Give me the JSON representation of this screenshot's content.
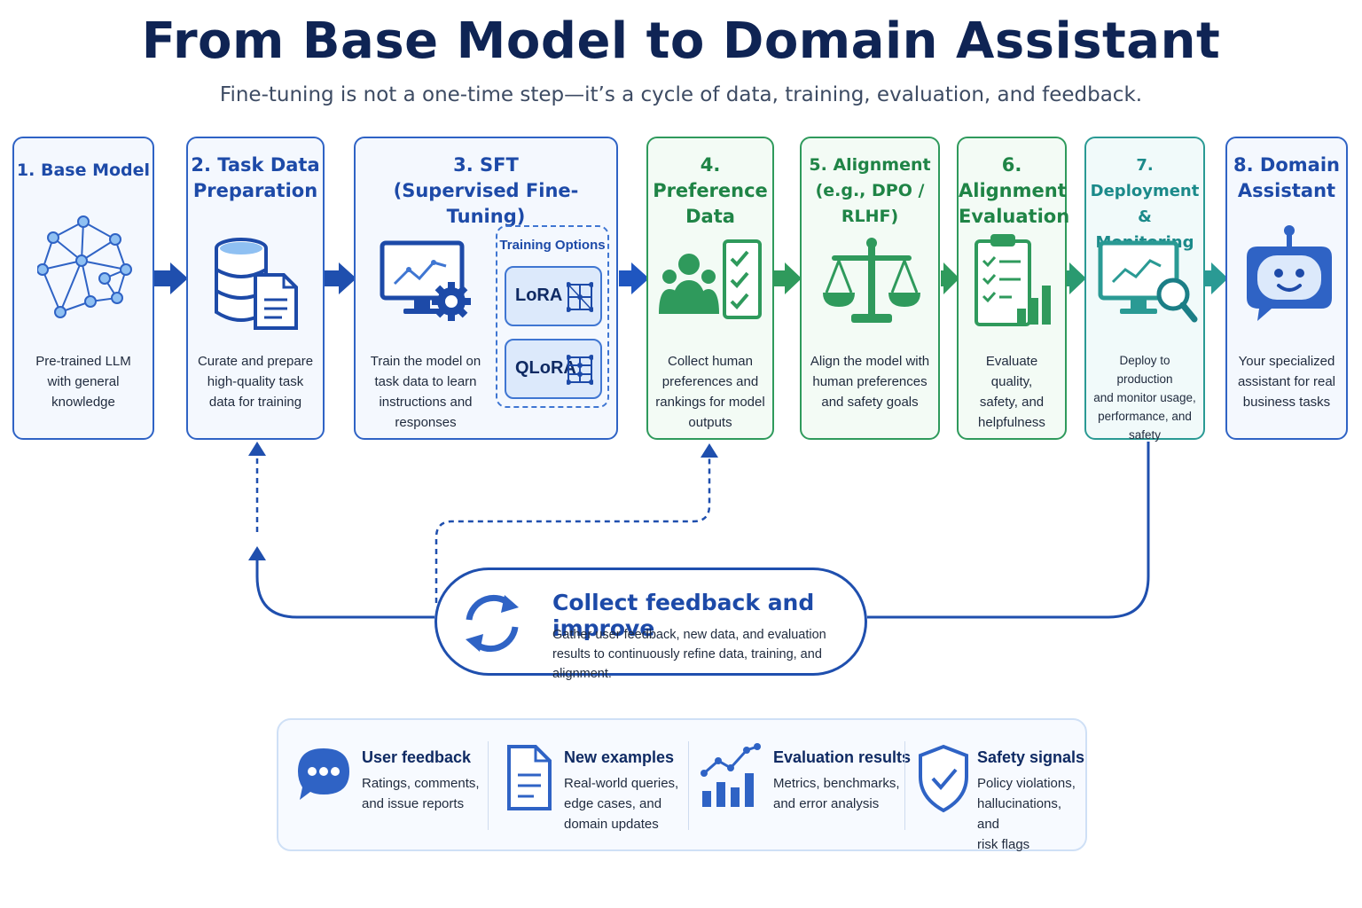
{
  "header": {
    "title": "From Base Model to Domain Assistant",
    "subtitle": "Fine-tuning is not a one-time step—it’s a cycle of data, training, evaluation, and feedback."
  },
  "steps": [
    {
      "title": "1. Base Model",
      "desc": "Pre-trained LLM\nwith general\nknowledge",
      "icon": "neural-network-icon"
    },
    {
      "title": "2. Task Data\nPreparation",
      "desc": "Curate and prepare\nhigh-quality task\ndata for training",
      "icon": "database-document-icon"
    },
    {
      "title": "3. SFT\n(Supervised Fine-Tuning)",
      "desc": "Train the model on\ntask data to learn\ninstructions and\nresponses",
      "icon": "monitor-gear-icon",
      "options": {
        "title": "Training Options",
        "items": [
          "LoRA",
          "QLoRA"
        ]
      }
    },
    {
      "title": "4. Preference\nData",
      "desc": "Collect human\npreferences and\nrankings for model\noutputs",
      "icon": "people-checklist-icon"
    },
    {
      "title": "5. Alignment\n(e.g., DPO / RLHF)",
      "desc": "Align the model with\nhuman preferences\nand safety goals",
      "icon": "balance-scale-icon"
    },
    {
      "title": "6. Alignment\nEvaluation",
      "desc": "Evaluate quality,\nsafety, and\nhelpfulness",
      "icon": "clipboard-chart-icon"
    },
    {
      "title": "7. Deployment &\nMonitoring",
      "desc": "Deploy to production\nand monitor usage,\nperformance, and\nsafety",
      "icon": "monitor-search-icon"
    },
    {
      "title": "8. Domain\nAssistant",
      "desc": "Your specialized\nassistant for real\nbusiness tasks",
      "icon": "robot-chat-icon"
    }
  ],
  "feedback_loop": {
    "title": "Collect feedback and improve",
    "desc": "Gather user feedback, new data, and evaluation results to continuously refine data, training, and alignment.",
    "icon": "refresh-cycle-icon"
  },
  "sources": [
    {
      "title": "User feedback",
      "desc": "Ratings, comments,\nand issue reports",
      "icon": "chat-bubble-icon"
    },
    {
      "title": "New examples",
      "desc": "Real-world queries,\nedge cases, and\ndomain updates",
      "icon": "document-icon"
    },
    {
      "title": "Evaluation results",
      "desc": "Metrics, benchmarks,\nand error analysis",
      "icon": "bar-chart-icon"
    },
    {
      "title": "Safety signals",
      "desc": "Policy violations,\nhallucinations, and\nrisk flags",
      "icon": "shield-check-icon"
    }
  ],
  "colors": {
    "blue": "#2f63c5",
    "navy": "#0f2454",
    "green": "#2f9a5c",
    "teal": "#2a9a94"
  }
}
